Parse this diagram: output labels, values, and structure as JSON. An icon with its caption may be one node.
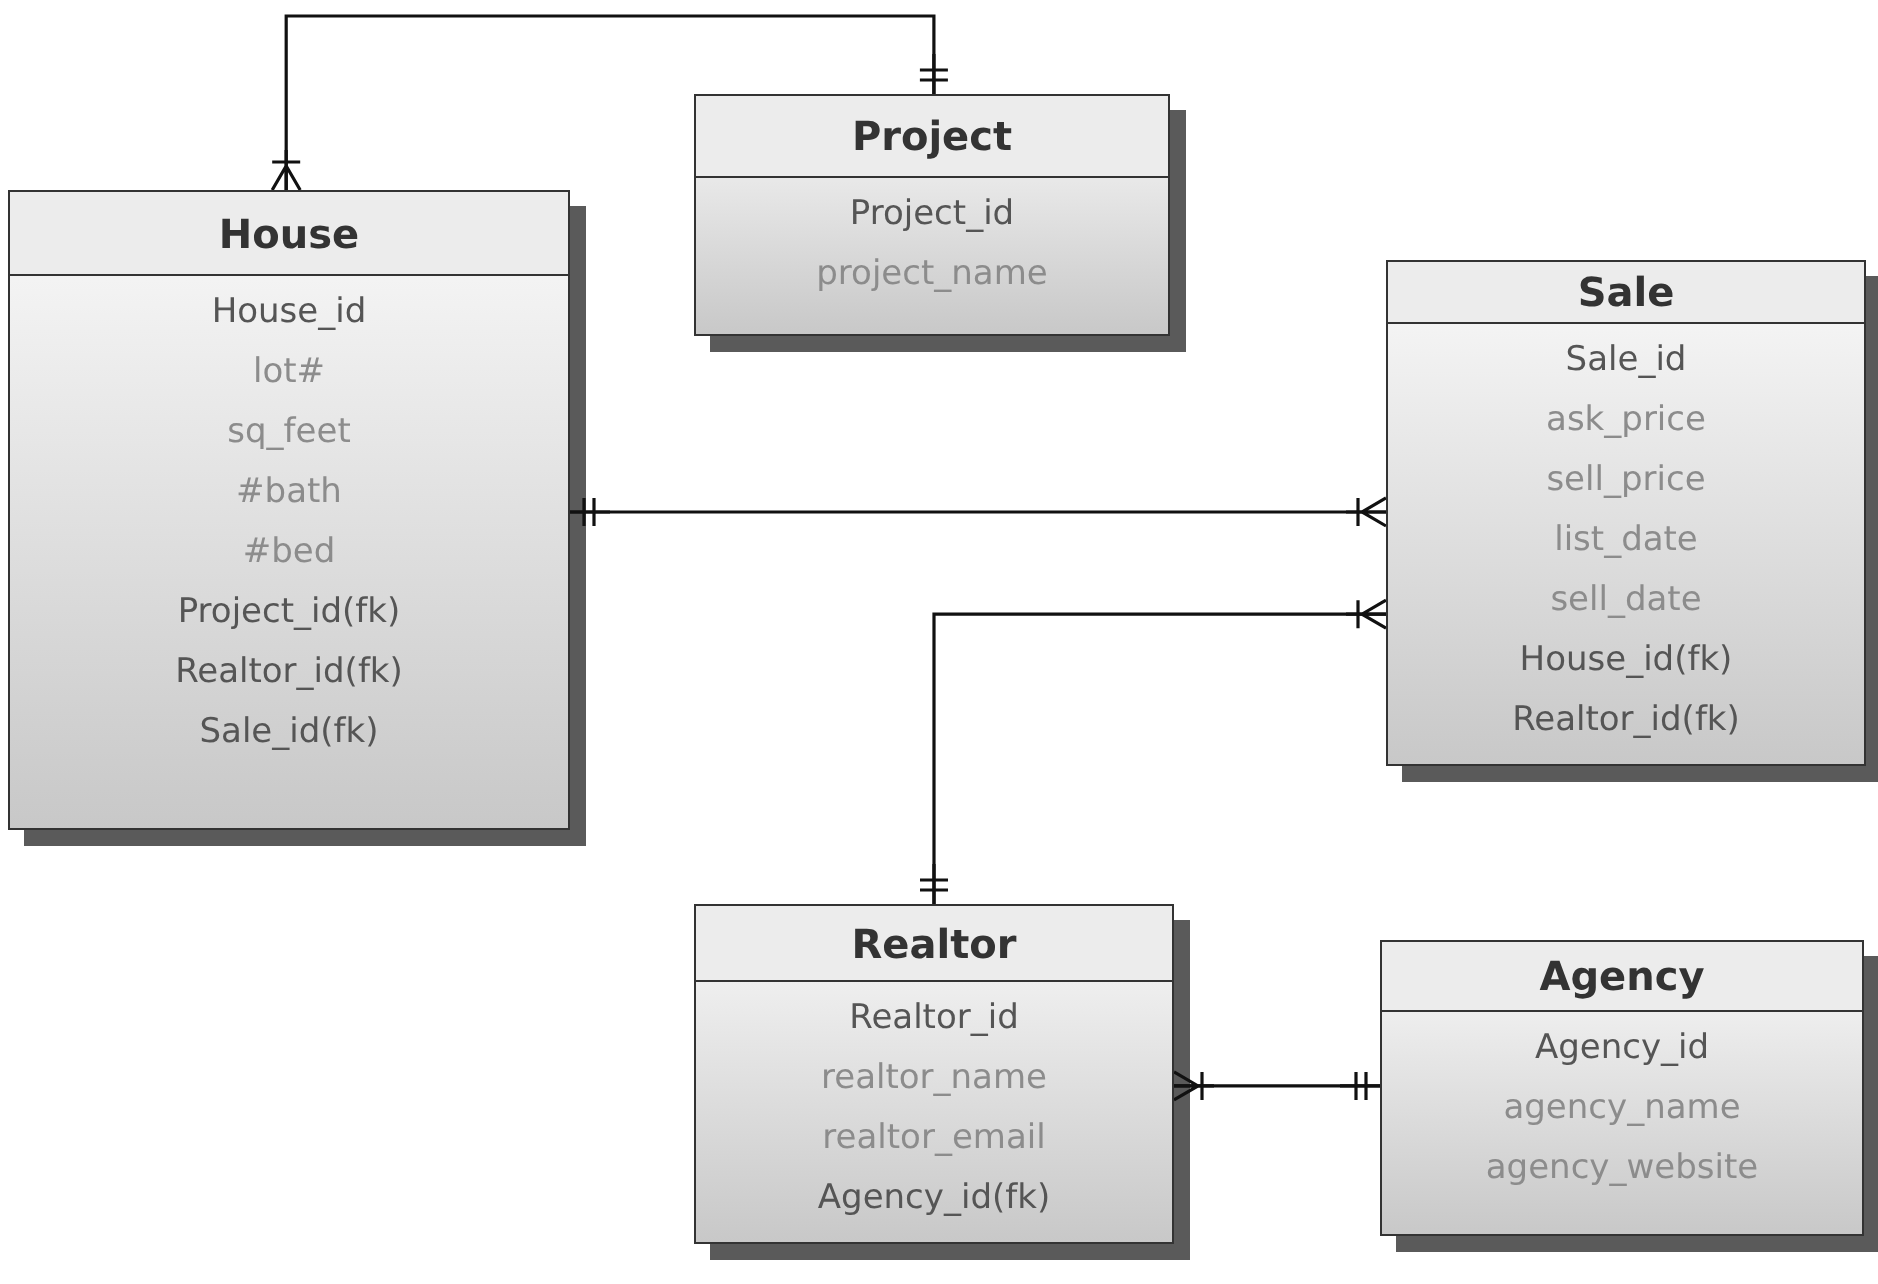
{
  "diagram": {
    "nodes": [
      {
        "text": [
          "Project",
          "Project_id",
          "project_name"
        ]
      },
      {
        "text": [
          "House",
          "House_id",
          "lot#",
          "sq_feet",
          "#bath",
          "#bed",
          "Project_id(fk)",
          "Realtor_id(fk)",
          "Sale_id(fk)"
        ]
      },
      {
        "text": [
          "Sale",
          "Sale_id",
          "ask_price",
          "sell_price",
          "list_date",
          "sell_date",
          "House_id(fk)",
          "Realtor_id(fk)"
        ]
      },
      {
        "text": [
          "Realtor",
          "Realtor_id",
          "realtor_name",
          "realtor_email",
          "Agency_id(fk)"
        ]
      },
      {
        "text": [
          "Agency",
          "Agency_id",
          "agency_name",
          "agency_website"
        ]
      }
    ],
    "edges": [
      {
        "from": 1,
        "to": 0,
        "arrow": "other"
      },
      {
        "from": 2,
        "to": 1,
        "arrow": "other"
      },
      {
        "from": 2,
        "to": 3,
        "arrow": "other"
      },
      {
        "from": 3,
        "to": 4,
        "arrow": "other"
      }
    ]
  }
}
